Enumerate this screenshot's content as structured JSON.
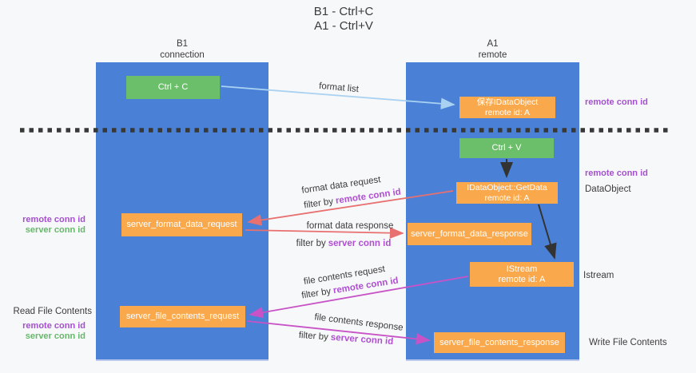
{
  "title": {
    "line1": "B1 - Ctrl+C",
    "line2": "A1 - Ctrl+V"
  },
  "lanes": {
    "b1": {
      "name": "B1",
      "subtitle": "connection"
    },
    "a1": {
      "name": "A1",
      "subtitle": "remote"
    }
  },
  "boxes": {
    "ctrl_c": {
      "label": "Ctrl + C"
    },
    "save_idataobject": {
      "line1": "保存IDataObject",
      "line2": "remote id: A"
    },
    "ctrl_v": {
      "label": "Ctrl + V"
    },
    "getdata": {
      "line1": "IDataObject::GetData",
      "line2": "remote id: A"
    },
    "format_request": {
      "label": "server_format_data_request"
    },
    "format_response": {
      "label": "server_format_data_response"
    },
    "istream": {
      "line1": "IStream",
      "line2": "remote id: A"
    },
    "file_request": {
      "label": "server_file_contents_request"
    },
    "file_response": {
      "label": "server_file_contents_response"
    }
  },
  "flow_labels": {
    "format_list": {
      "text": "format list"
    },
    "fmt_req": {
      "text": "format data request"
    },
    "fmt_req_filter": {
      "prefix": "filter by",
      "key": "remote conn id"
    },
    "fmt_resp": {
      "text": "format data response"
    },
    "fmt_resp_filter": {
      "prefix": "filter by",
      "key": "server conn id"
    },
    "file_req": {
      "text": "file contents request"
    },
    "file_req_filter": {
      "prefix": "filter by",
      "key": "remote conn id"
    },
    "file_resp": {
      "text": "file contents response"
    },
    "file_resp_filter": {
      "prefix": "filter by",
      "key": "server conn id"
    }
  },
  "left_labels": {
    "remote_conn_id": "remote conn id",
    "server_conn_id": "server conn id",
    "read_file_contents": "Read File Contents",
    "remote_conn_id2": "remote conn id",
    "server_conn_id2": "server conn id"
  },
  "right_labels": {
    "remote_conn_id_top": "remote conn id",
    "remote_conn_id_mid": "remote conn id",
    "dataobject": "DataObject",
    "istream": "Istream",
    "write_file_contents": "Write File Contents"
  },
  "colors": {
    "lane_blue": "#4a81d6",
    "box_orange": "#f9a84b",
    "box_green": "#6cbf6a",
    "arrow_light_blue": "#a9d2f2",
    "arrow_red": "#e87070",
    "arrow_magenta": "#c753c7",
    "arrow_black": "#333333",
    "text_purple": "#a64fd1",
    "text_green": "#66b86a",
    "text_dark": "#3b3b3b",
    "dashed_line": "#383838"
  }
}
